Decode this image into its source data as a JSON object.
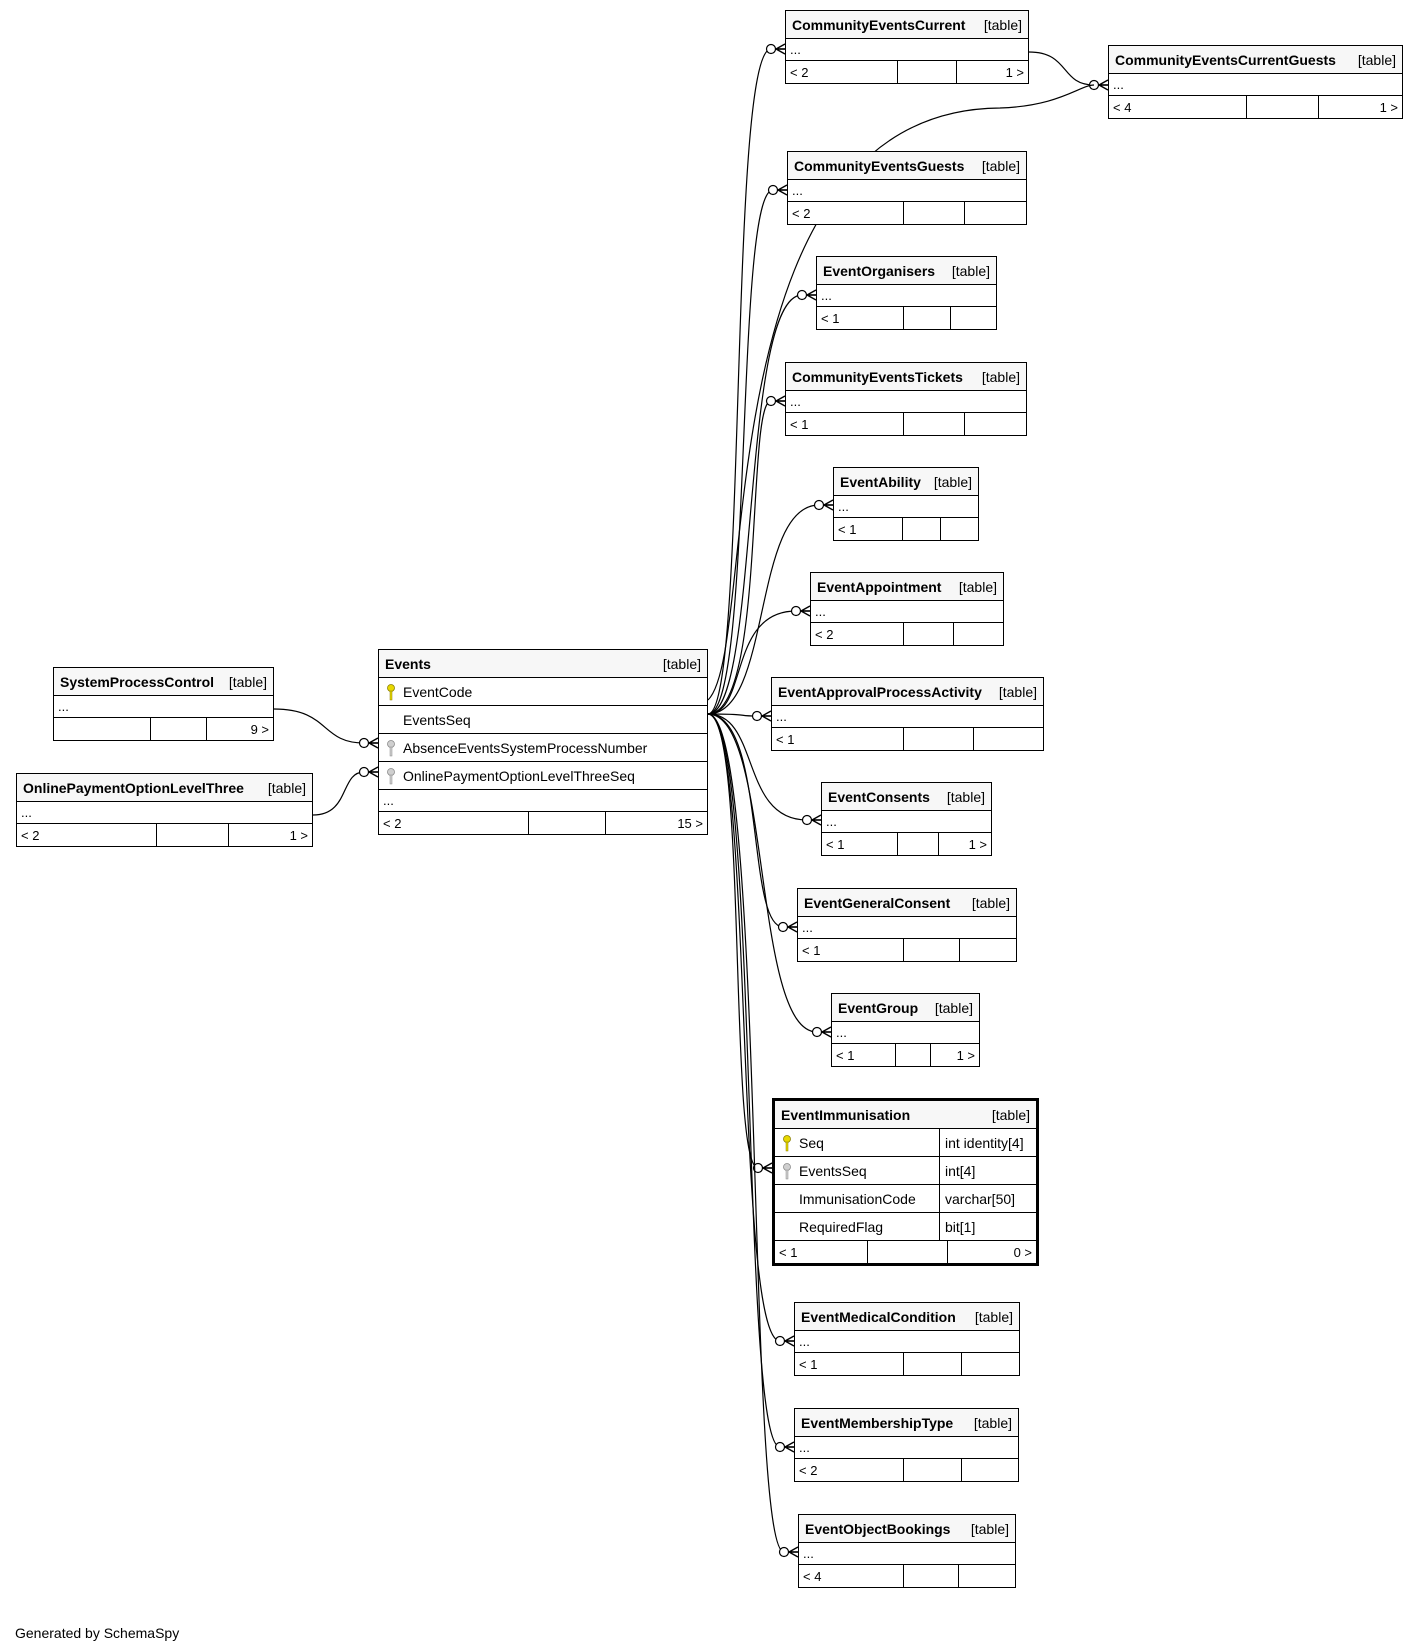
{
  "focus_table": {
    "name": "EventImmunisation",
    "type": "[table]",
    "columns": [
      {
        "name": "Seq",
        "type": "int identity[4]",
        "key": "primary"
      },
      {
        "name": "EventsSeq",
        "type": "int[4]",
        "key": "foreign"
      },
      {
        "name": "ImmunisationCode",
        "type": "varchar[50]",
        "key": ""
      },
      {
        "name": "RequiredFlag",
        "type": "bit[1]",
        "key": ""
      }
    ],
    "footer": [
      "< 1",
      "",
      "0 >"
    ]
  },
  "events_table": {
    "name": "Events",
    "type": "[table]",
    "columns": [
      {
        "name": "EventCode",
        "key": "primary"
      },
      {
        "name": "EventsSeq",
        "key": ""
      },
      {
        "name": "AbsenceEventsSystemProcessNumber",
        "key": "foreign"
      },
      {
        "name": "OnlinePaymentOptionLevelThreeSeq",
        "key": "foreign"
      }
    ],
    "more": "...",
    "footer": [
      "< 2",
      "",
      "15 >"
    ]
  },
  "tables": [
    {
      "name": "SystemProcessControl",
      "type": "[table]",
      "more": "...",
      "footer": [
        "",
        "",
        "9 >"
      ]
    },
    {
      "name": "OnlinePaymentOptionLevelThree",
      "type": "[table]",
      "more": "...",
      "footer": [
        "< 2",
        "",
        "1 >"
      ]
    },
    {
      "name": "CommunityEventsCurrent",
      "type": "[table]",
      "more": "...",
      "footer": [
        "< 2",
        "",
        "1 >"
      ]
    },
    {
      "name": "CommunityEventsCurrentGuests",
      "type": "[table]",
      "more": "...",
      "footer": [
        "< 4",
        "",
        "1 >"
      ]
    },
    {
      "name": "CommunityEventsGuests",
      "type": "[table]",
      "more": "...",
      "footer": [
        "< 2",
        "",
        ""
      ]
    },
    {
      "name": "EventOrganisers",
      "type": "[table]",
      "more": "...",
      "footer": [
        "< 1",
        "",
        ""
      ]
    },
    {
      "name": "CommunityEventsTickets",
      "type": "[table]",
      "more": "...",
      "footer": [
        "< 1",
        "",
        ""
      ]
    },
    {
      "name": "EventAbility",
      "type": "[table]",
      "more": "...",
      "footer": [
        "< 1",
        "",
        ""
      ]
    },
    {
      "name": "EventAppointment",
      "type": "[table]",
      "more": "...",
      "footer": [
        "< 2",
        "",
        ""
      ]
    },
    {
      "name": "EventApprovalProcessActivity",
      "type": "[table]",
      "more": "...",
      "footer": [
        "< 1",
        "",
        ""
      ]
    },
    {
      "name": "EventConsents",
      "type": "[table]",
      "more": "...",
      "footer": [
        "< 1",
        "",
        "1 >"
      ]
    },
    {
      "name": "EventGeneralConsent",
      "type": "[table]",
      "more": "...",
      "footer": [
        "< 1",
        "",
        ""
      ]
    },
    {
      "name": "EventGroup",
      "type": "[table]",
      "more": "...",
      "footer": [
        "< 1",
        "",
        "1 >"
      ]
    },
    {
      "name": "EventMedicalCondition",
      "type": "[table]",
      "more": "...",
      "footer": [
        "< 1",
        "",
        ""
      ]
    },
    {
      "name": "EventMembershipType",
      "type": "[table]",
      "more": "...",
      "footer": [
        "< 2",
        "",
        ""
      ]
    },
    {
      "name": "EventObjectBookings",
      "type": "[table]",
      "more": "...",
      "footer": [
        "< 4",
        "",
        ""
      ]
    }
  ],
  "key_colors": {
    "primary": "#e8d800",
    "foreign": "#a8a8a8"
  },
  "footer": {
    "generated_by": "Generated by SchemaSpy"
  }
}
